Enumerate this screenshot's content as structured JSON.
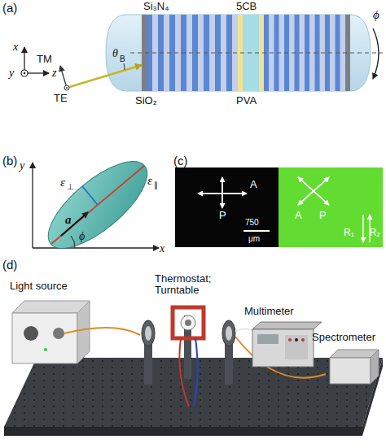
{
  "diagram": {
    "nodes": [
      {
        "text": [
          "A",
          "P",
          "750",
          "μm"
        ]
      },
      {
        "text": [
          "A",
          "P",
          "R₁",
          "R₂"
        ]
      }
    ],
    "labels": [
      "(a)",
      "Si₃N₄",
      "5CB",
      "ϕ",
      "x",
      "y",
      "z",
      "TM",
      "θ",
      "B",
      "TE",
      "SiO₂",
      "PVA",
      "(b)",
      "y",
      "ε",
      "⊥",
      "ε",
      "∥",
      "a",
      "ϕ",
      "x",
      "(c)",
      "(d)",
      "Light source",
      "Thermostat; Turntable",
      "Multimeter",
      "Spectrometer"
    ]
  }
}
